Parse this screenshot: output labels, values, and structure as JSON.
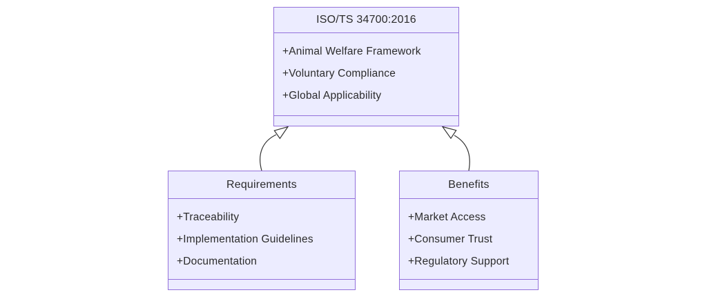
{
  "diagram": {
    "type": "uml-class-diagram",
    "classes": [
      {
        "name": "ISO/TS 34700:2016",
        "attributes": [
          "+Animal Welfare Framework",
          "+Voluntary Compliance",
          "+Global Applicability"
        ],
        "methods": []
      },
      {
        "name": "Requirements",
        "attributes": [
          "+Traceability",
          "+Implementation Guidelines",
          "+Documentation"
        ],
        "methods": []
      },
      {
        "name": "Benefits",
        "attributes": [
          "+Market Access",
          "+Consumer Trust",
          "+Regulatory Support"
        ],
        "methods": []
      }
    ],
    "relations": [
      {
        "from": "Requirements",
        "to": "ISO/TS 34700:2016",
        "type": "inheritance"
      },
      {
        "from": "Benefits",
        "to": "ISO/TS 34700:2016",
        "type": "inheritance"
      }
    ],
    "colors": {
      "node_fill": "#ECECFF",
      "node_border": "#9370DB",
      "edge": "#333333",
      "text": "#2b2b2b",
      "background": "#FFFFFF"
    }
  }
}
